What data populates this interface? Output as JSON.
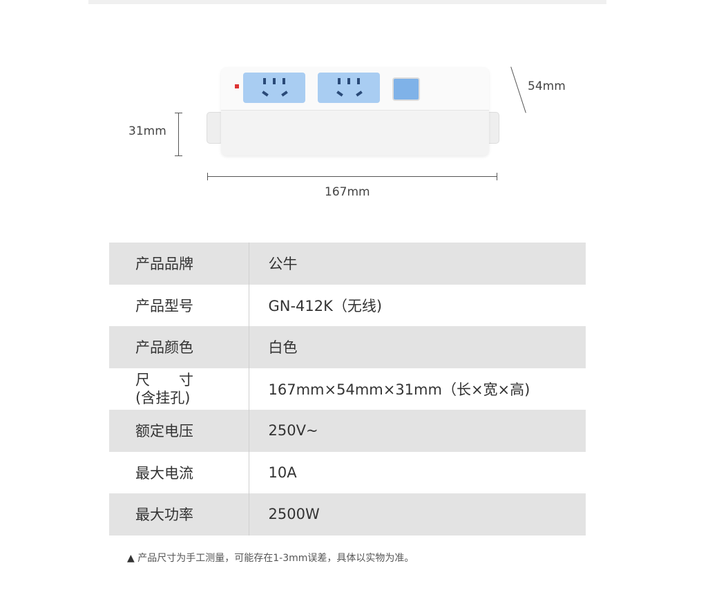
{
  "dimensions": {
    "height": "31mm",
    "depth": "54mm",
    "length": "167mm"
  },
  "specs": [
    {
      "key": "产品品牌",
      "value": "公牛"
    },
    {
      "key": "产品型号",
      "value": "GN-412K（无线)"
    },
    {
      "key": "产品颜色",
      "value": "白色"
    },
    {
      "key": "尺　　寸\n(含挂孔)",
      "value": "167mm×54mm×31mm（长×宽×高)"
    },
    {
      "key": "额定电压",
      "value": "250V~"
    },
    {
      "key": "最大电流",
      "value": "10A"
    },
    {
      "key": "最大功率",
      "value": "2500W"
    }
  ],
  "note": {
    "icon": "warning-icon",
    "text": "产品尺寸为手工测量，可能存在1-3mm误差，具体以实物为准。"
  }
}
